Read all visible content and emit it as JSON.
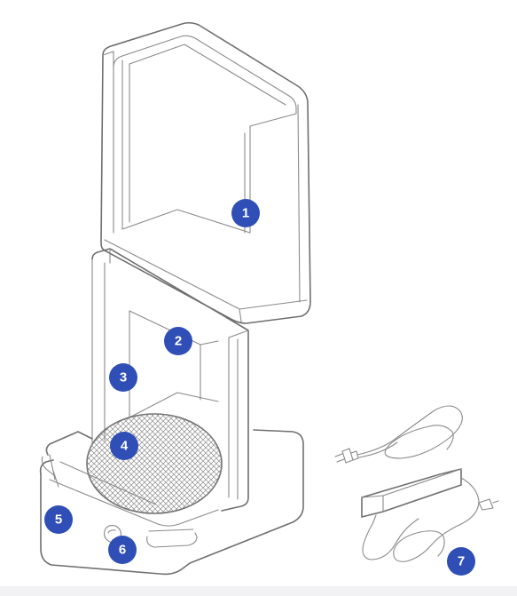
{
  "diagram": {
    "colors": {
      "callout_fill": "#2f4fb6",
      "callout_text": "#ffffff",
      "line": "#6f6f6f",
      "background": "#ffffff"
    },
    "callouts": [
      {
        "id": "1",
        "label": "1"
      },
      {
        "id": "2",
        "label": "2"
      },
      {
        "id": "3",
        "label": "3"
      },
      {
        "id": "4",
        "label": "4"
      },
      {
        "id": "5",
        "label": "5"
      },
      {
        "id": "6",
        "label": "6"
      },
      {
        "id": "7",
        "label": "7"
      }
    ]
  }
}
